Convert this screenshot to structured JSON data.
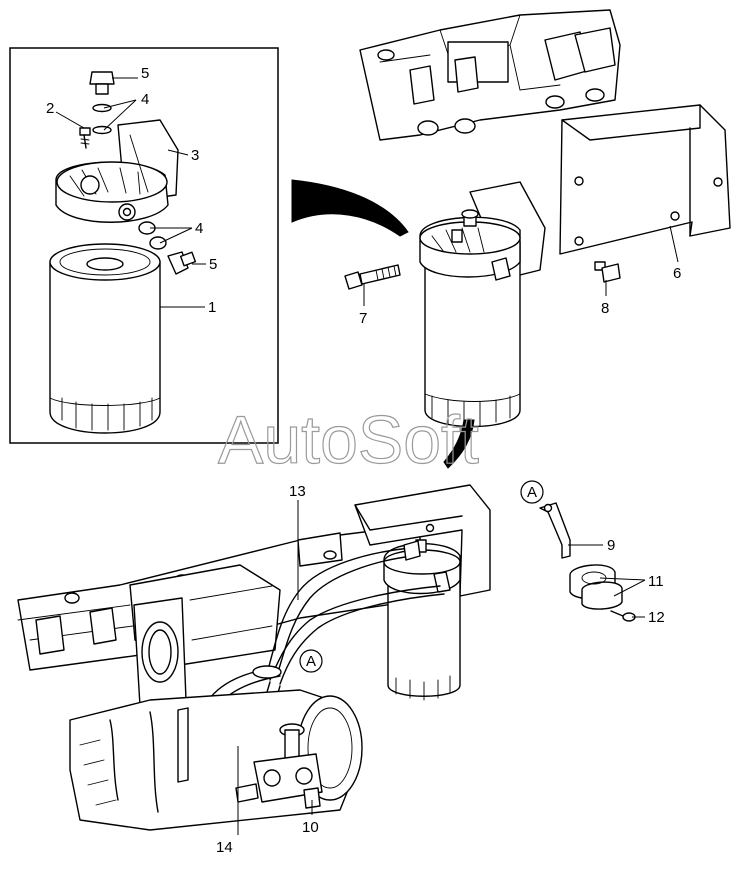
{
  "watermark": "AutoSoft",
  "callouts": {
    "c1": "1",
    "c2": "2",
    "c3": "3",
    "c4a": "4",
    "c4b": "4",
    "c5a": "5",
    "c5b": "5",
    "c6": "6",
    "c7": "7",
    "c8": "8",
    "c9": "9",
    "c10": "10",
    "c11": "11",
    "c12": "12",
    "c13": "13",
    "c14": "14"
  },
  "view_markers": {
    "a_top": "A",
    "a_bottom": "A"
  },
  "colors": {
    "ink": "#000000",
    "watermark": "#9a9a9a",
    "paper": "#ffffff"
  }
}
